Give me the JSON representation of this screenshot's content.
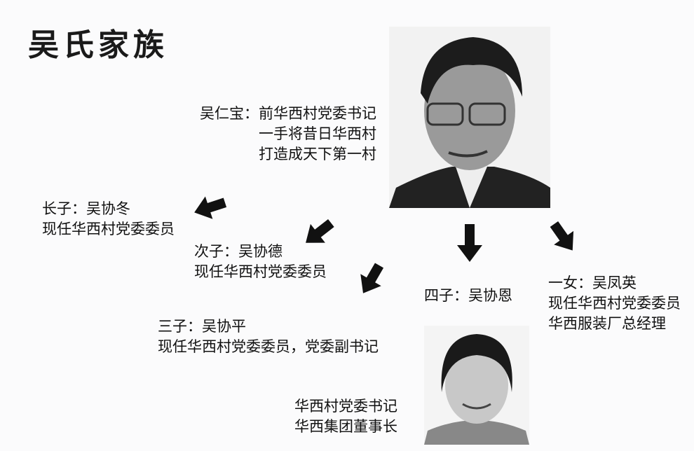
{
  "title": "吴氏家族",
  "patriarch": {
    "lines": [
      "吴仁宝：前华西村党委书记",
      "一手将昔日华西村",
      "打造成天下第一村"
    ]
  },
  "children": [
    {
      "lines": [
        "长子：吴协冬",
        "现任华西村党委委员"
      ]
    },
    {
      "lines": [
        "次子：吴协德",
        "现任华西村党委委员"
      ]
    },
    {
      "lines": [
        "三子：吴协平",
        "现任华西村党委委员，党委副书记"
      ]
    },
    {
      "lines": [
        "四子：吴协恩"
      ]
    },
    {
      "lines": [
        "一女：吴凤英",
        "现任华西村党委委员",
        "华西服装厂总经理"
      ]
    }
  ],
  "successor": {
    "lines": [
      "华西村党委书记",
      "华西集团董事长"
    ]
  }
}
